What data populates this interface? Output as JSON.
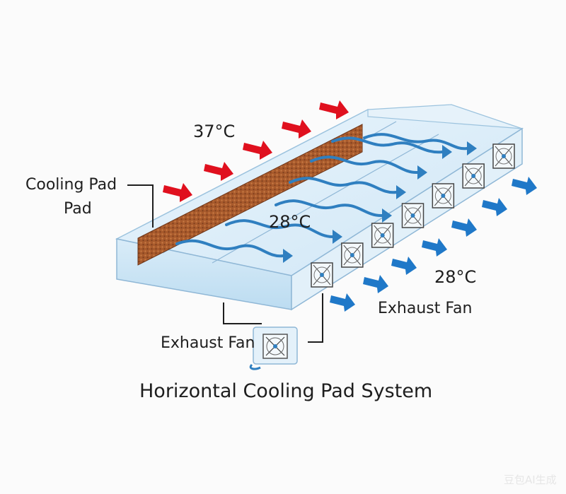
{
  "diagram": {
    "labels": {
      "temp_inlet": "37°C",
      "cooling_pad_line1": "Cooling Pad",
      "cooling_pad_line2": "Pad",
      "temp_inside": "28°C",
      "temp_outlet": "28°C",
      "exhaust_fan_right": "Exhaust Fan",
      "exhaust_fan_bottom": "Exhaust Fan",
      "title": "Horizontal Cooling Pad System"
    },
    "watermark": "豆包AI生成",
    "colors": {
      "hot_air_arrow": "#e0101e",
      "cool_air_arrow": "#1f78c8",
      "airflow_wave": "#2f7fc0",
      "pad": "#a0552a",
      "housing_fill": "#d8ecf8",
      "housing_stroke": "#8fb7d6"
    },
    "icons": [
      "hot-air-arrow-icon",
      "cool-air-arrow-icon",
      "fan-icon",
      "airflow-wave-icon"
    ]
  }
}
